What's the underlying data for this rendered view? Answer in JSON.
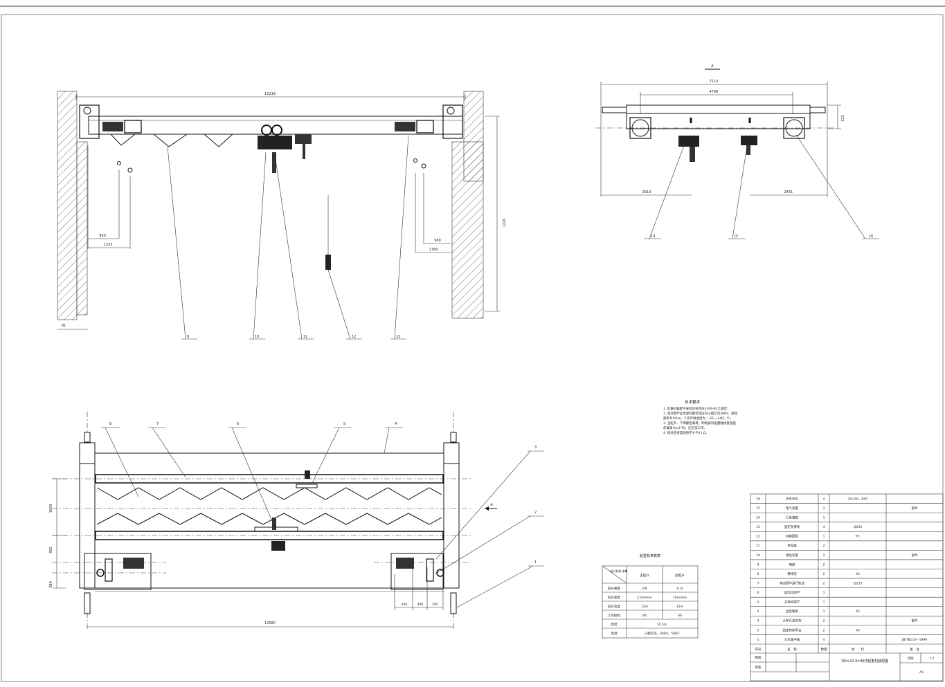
{
  "elevation": {
    "span_dim": "12219",
    "height_dim": "1226",
    "left_dims": [
      "890",
      "1333"
    ],
    "right_dims": [
      "980",
      "1189"
    ],
    "left_bottom_dim": "91",
    "callouts": [
      "9",
      "10",
      "11",
      "12",
      "13"
    ]
  },
  "side_view": {
    "section_label": "A",
    "overall_dim": "7110",
    "inner_dim": "4790",
    "height_dim": "322",
    "left_dim": "2913",
    "right_dim": "2451",
    "callouts": [
      "14",
      "15",
      "16"
    ]
  },
  "plan_view": {
    "width_dim": "1559",
    "lower_dims": [
      "902",
      "380"
    ],
    "bottom_dim": "10580",
    "small_dims": [
      "604",
      "400",
      "700"
    ],
    "callouts": [
      "8",
      "7",
      "6",
      "5",
      "4",
      "3",
      "2",
      "1"
    ],
    "arrow_label": "A"
  },
  "tech_notes": {
    "title": "技术要求",
    "lines": [
      "1. 起重机器配今安验证符合JB3309-92之规定；",
      "2. 电动葫芦主电源的额定电压为三相交流380V，额定",
      "频率为50Hz，工作环境温度为（-25—+40）℃。",
      "3. 当起升、下降额定载荷，制动器对差膜轴线盘盘面",
      "的偏角为±5°时，应正常工作。",
      "4. 接地连接电阻值不大于4 I Ω。"
    ]
  },
  "params_table": {
    "title": "起重机参数表",
    "header": [
      "起升机构 参数",
      "主起升",
      "副起升"
    ],
    "rows": [
      [
        "起升重量",
        "20t",
        "6.3t"
      ],
      [
        "起升速度",
        "2.5m/min",
        "10m/min"
      ],
      [
        "起升高度",
        "12m",
        "12m"
      ],
      [
        "工作级别",
        "A6",
        "A6"
      ],
      [
        "跨度",
        "10.5m",
        ""
      ],
      [
        "电源",
        "三相交流，380V，50HZ",
        ""
      ]
    ]
  },
  "bom": {
    "rows": [
      [
        "16",
        "大车车轮",
        "4",
        "ZG340—640",
        "",
        ""
      ],
      [
        "15",
        "电气装置",
        "1",
        "",
        "",
        "部件"
      ],
      [
        "14",
        "行走轴观",
        "1",
        "",
        "",
        ""
      ],
      [
        "13",
        "固定支撑架",
        "4",
        "Q235",
        "",
        ""
      ],
      [
        "12",
        "控制面板",
        "1",
        "PC",
        "",
        ""
      ],
      [
        "11",
        "导电器",
        "2",
        "",
        "",
        ""
      ],
      [
        "10",
        "限位装置",
        "2",
        "",
        "",
        "部件"
      ],
      [
        "9",
        "电缆",
        "2",
        "",
        "",
        ""
      ],
      [
        "8",
        "撑线架",
        "2",
        "45",
        "",
        ""
      ],
      [
        "7",
        "电动葫芦运行轨道",
        "2",
        "Q235",
        "",
        ""
      ],
      [
        "6",
        "副电动葫芦",
        "1",
        "",
        "",
        ""
      ],
      [
        "5",
        "主电动葫芦",
        "1",
        "",
        "",
        ""
      ],
      [
        "4",
        "固定横梁",
        "1",
        "45",
        "",
        ""
      ],
      [
        "3",
        "大车行走机构",
        "2",
        "",
        "",
        "部件"
      ],
      [
        "2",
        "固定检修平台",
        "2",
        "45",
        "",
        ""
      ],
      [
        "1",
        "大车缓冲器",
        "4",
        "",
        "",
        "JB/T8110—1999"
      ]
    ],
    "footer": [
      "序号",
      "名　称",
      "数量",
      "材　　料",
      "备　注"
    ],
    "drawing_title": "10t×22.5m桥式起重机装配图",
    "scale_label": "比例",
    "scale_value": "1:1",
    "sheet_code": "A0",
    "drawer_label": "制图",
    "checker_label": "审核"
  }
}
